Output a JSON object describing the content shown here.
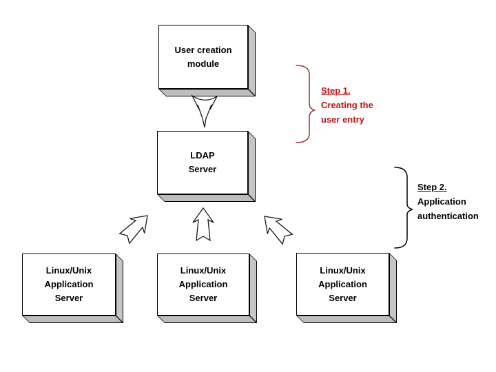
{
  "boxes": {
    "user_creation": {
      "label": "User creation\nmodule"
    },
    "ldap_server": {
      "label": "LDAP\nServer"
    },
    "app_server_1": {
      "label": "Linux/Unix\nApplication\nServer"
    },
    "app_server_2": {
      "label": "Linux/Unix\nApplication\nServer"
    },
    "app_server_3": {
      "label": "Linux/Unix\nApplication\nServer"
    }
  },
  "annotations": {
    "step1": {
      "title": "Step 1.",
      "description": "Creating the\nuser entry",
      "text_color": "#cc1111",
      "brace_color": "#993333"
    },
    "step2": {
      "title": "Step 2.",
      "description": "Application\nauthentication",
      "text_color": "#000000",
      "brace_color": "#000000"
    }
  },
  "icons": {
    "down_arrow": "open outline arrow pointing down",
    "up_arrow": "open outline arrow pointing up",
    "up_right_arrow": "open outline arrow pointing up-right",
    "up_left_arrow": "open outline arrow pointing up-left",
    "brace": "curly brace grouping bracket"
  },
  "colors": {
    "background": "#ffffff",
    "box_face": "#ffffff",
    "box_side_right": "#c6c6c6",
    "box_side_bottom": "#bdbdbd",
    "box_outline": "#000000"
  }
}
